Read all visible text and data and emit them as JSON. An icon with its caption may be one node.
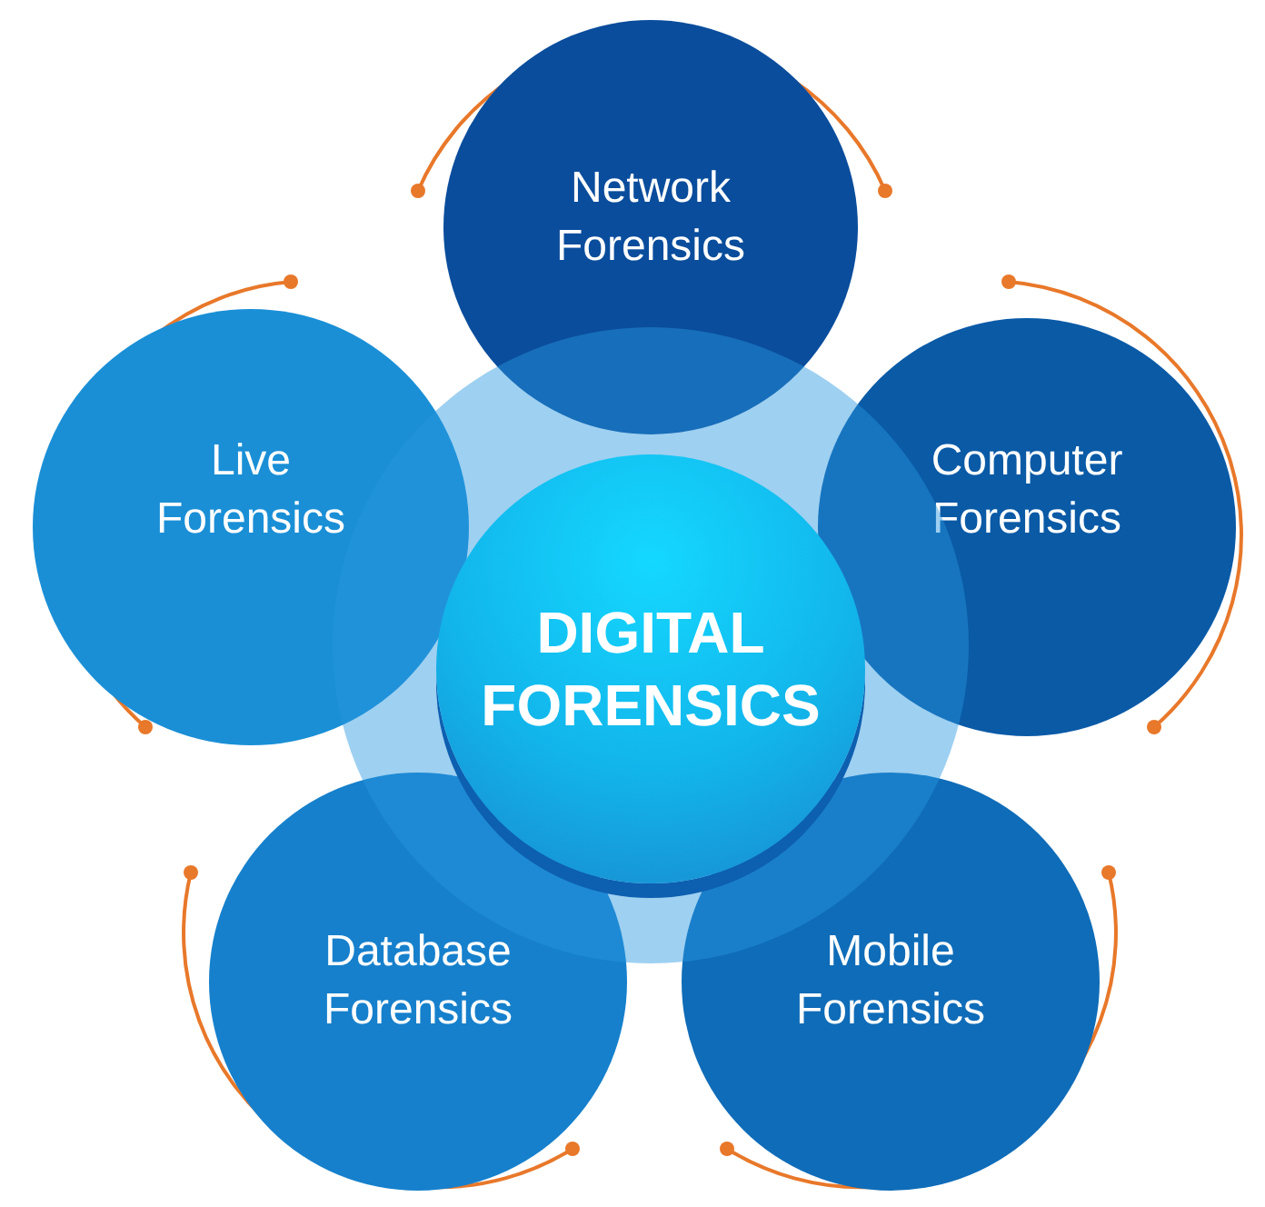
{
  "diagram": {
    "nodes": [
      {
        "text": [
          "DIGITAL FORENSICS"
        ]
      },
      {
        "text": [
          "Network Forensics"
        ]
      },
      {
        "text": [
          "Live Forensics"
        ]
      },
      {
        "text": [
          "Computer Forensics"
        ]
      },
      {
        "text": [
          "Database Forensics"
        ]
      },
      {
        "text": [
          "Mobile Forensics"
        ]
      }
    ]
  }
}
